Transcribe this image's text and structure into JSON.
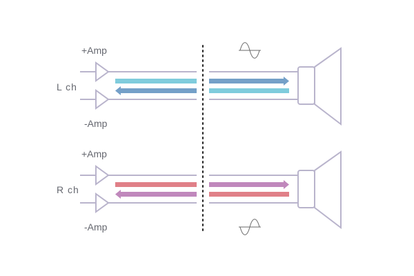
{
  "left_channel": {
    "label": "L ch",
    "plus_amp": "+Amp",
    "minus_amp": "-Amp",
    "arrow_colors": {
      "cyan": "#7fccdc",
      "blue": "#74a0c8"
    }
  },
  "right_channel": {
    "label": "R ch",
    "plus_amp": "+Amp",
    "minus_amp": "-Amp",
    "arrow_colors": {
      "pink": "#e08088",
      "purple": "#c088bc"
    }
  },
  "colors": {
    "wire": "#b9b4cc",
    "separator": "#222222",
    "text": "#666870"
  },
  "icons": [
    "sine-wave-icon",
    "sine-wave-icon",
    "speaker-icon",
    "speaker-icon",
    "amplifier-triangle-icon"
  ]
}
